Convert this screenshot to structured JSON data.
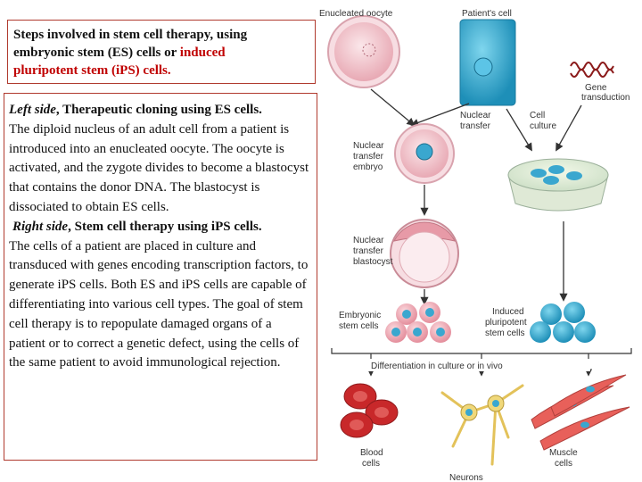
{
  "intro": {
    "line1": "Steps involved in stem cell therapy, using",
    "line2": "embryonic stem (ES) cells or",
    "line2_red": "induced",
    "line3_red": "pluripotent stem (iPS) cells."
  },
  "left": {
    "heading_italic": "Left side",
    "heading_rest": ", Therapeutic cloning using ES cells.",
    "body": "The diploid nucleus of an adult cell from a patient is introduced into an enucleated oocyte. The oocyte is activated, and the zygote divides to become a blastocyst that contains the donor DNA. The blastocyst is dissociated to obtain ES cells."
  },
  "right": {
    "heading_italic": "Right side",
    "heading_rest": ", Stem cell therapy using iPS cells.",
    "body": "The cells of a patient are placed in culture and transduced with genes encoding transcription factors, to generate iPS cells. Both ES and iPS cells are capable of differentiating into various cell types. The goal of stem cell therapy is to repopulate damaged organs of a patient or to correct a genetic defect, using the cells of the same patient to avoid immunological rejection."
  },
  "diagram": {
    "enucleated_oocyte": "Enucleated oocyte",
    "patients_cell": "Patient's cell",
    "gene": "Gene",
    "transduction": "transduction",
    "nuclear": "Nuclear",
    "transfer": "transfer",
    "cell": "Cell",
    "culture": "culture",
    "nt_embryo_1": "Nuclear",
    "nt_embryo_2": "transfer",
    "nt_embryo_3": "embryo",
    "nt_blast_1": "Nuclear",
    "nt_blast_2": "transfer",
    "nt_blast_3": "blastocyst",
    "es_1": "Embryonic",
    "es_2": "stem cells",
    "ips_1": "Induced",
    "ips_2": "pluripotent",
    "ips_3": "stem cells",
    "differentiation": "Differentiation in culture or in vivo",
    "blood_1": "Blood",
    "blood_2": "cells",
    "neurons": "Neurons",
    "muscle_1": "Muscle",
    "muscle_2": "cells"
  },
  "colors": {
    "border": "#b03a2e",
    "accent_red": "#c00000",
    "oocyte": "#f2c9cf",
    "patient_cell": "#38b6d8",
    "blood": "#c8282a",
    "muscle": "#e8605a",
    "neuron": "#f0d87a"
  }
}
